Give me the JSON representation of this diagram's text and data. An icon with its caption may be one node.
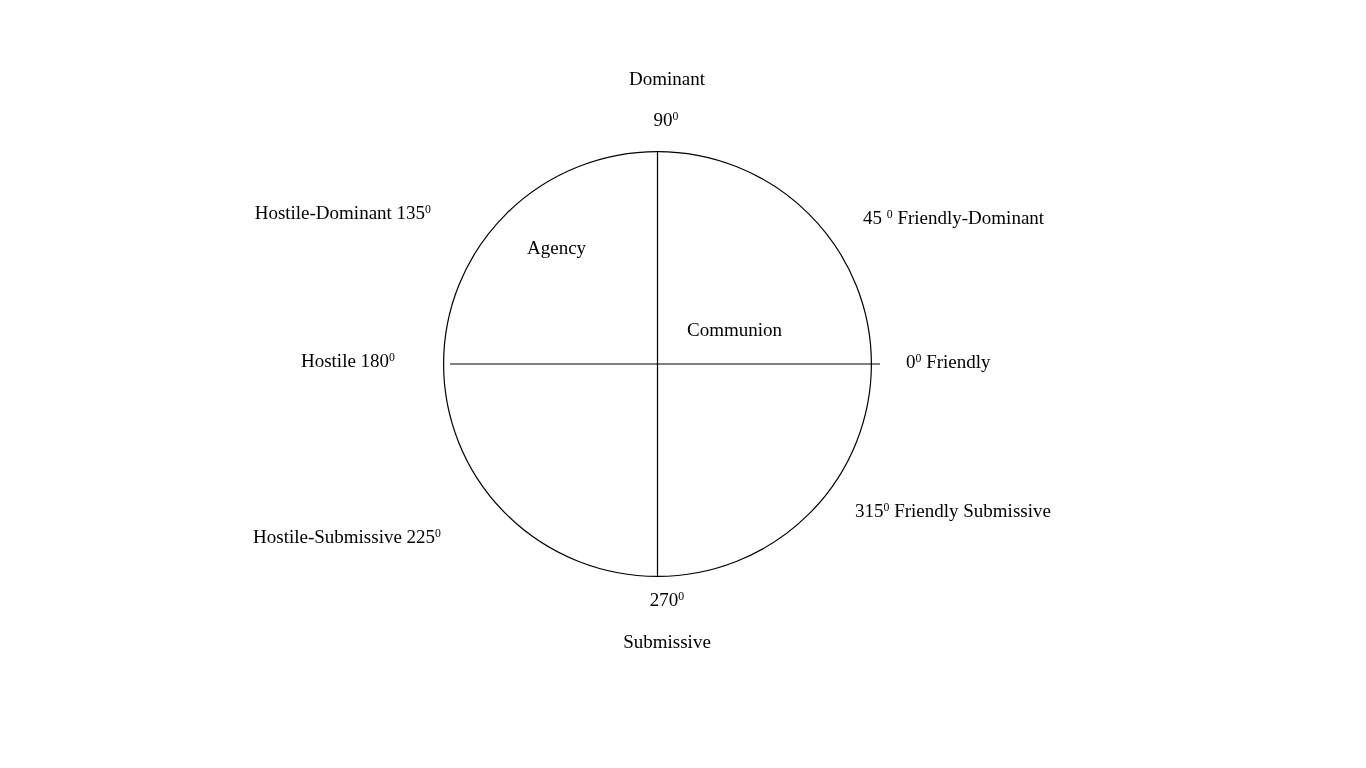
{
  "diagram": {
    "nodes": [
      {
        "text": [
          "Agency",
          "Communion"
        ]
      }
    ],
    "labels": [
      "Dominant",
      "90$^{0}$",
      "Hostile-Dominant 135$^{0}$",
      "45 $^{0}$ Friendly-Dominant",
      "Hostile 180$^{0}$",
      "0$^{0}$ Friendly",
      "315$^{0}$ Friendly Submissive",
      "Hostile-Submissive 225$^{0}$",
      "270$^{0}$",
      "Submissive"
    ]
  }
}
